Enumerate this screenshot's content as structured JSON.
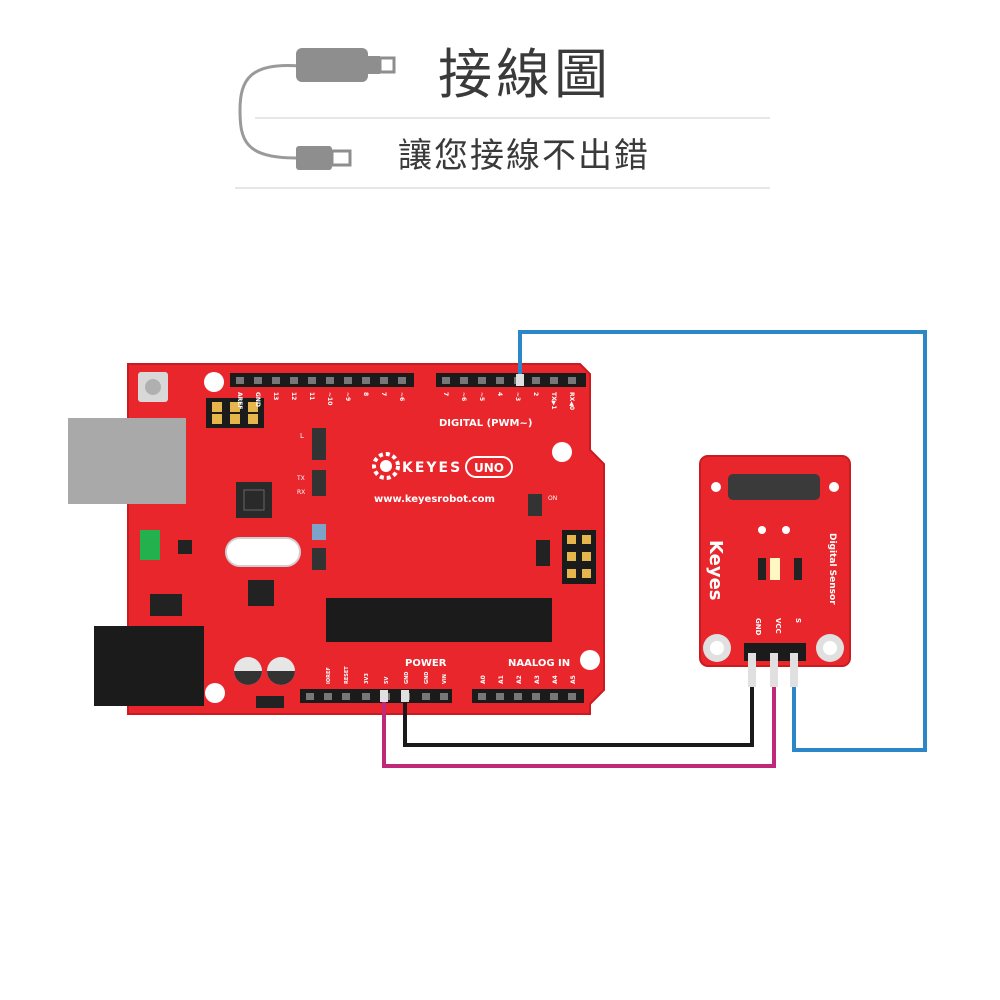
{
  "header": {
    "title": "接線圖",
    "subtitle": "讓您接線不出錯"
  },
  "board": {
    "brand": "KEYES",
    "model": "UNO",
    "url": "www.keyesrobot.com",
    "digital_label": "DIGITAL  (PWM~)",
    "power_label": "POWER",
    "analog_label": "NAALOG IN",
    "on_label": "ON",
    "l_label": "L",
    "tx_label": "TX",
    "rx_label": "RX",
    "digital_pins": [
      "AREF",
      "GND",
      "13",
      "12",
      "11",
      "~10",
      "~9",
      "8",
      "7",
      "~6",
      "~5",
      "4",
      "~3",
      "2",
      "TX▶1",
      "RX◀0"
    ],
    "power_pins": [
      "IOREF",
      "RESET",
      "3V3",
      "5V",
      "GND",
      "GND",
      "VIN"
    ],
    "analog_pins": [
      "A0",
      "A1",
      "A2",
      "A3",
      "A4",
      "A5"
    ]
  },
  "sensor": {
    "brand": "Keyes",
    "name": "Digital Sensor",
    "pins": [
      "GND",
      "VCC",
      "S"
    ]
  },
  "colors": {
    "board_red": "#e8262b",
    "wire_ground": "#1a1a1a",
    "wire_power": "#c0287a",
    "wire_signal": "#2b87c8"
  },
  "wires": [
    {
      "from": "5V",
      "to": "VCC",
      "color_key": "wire_power"
    },
    {
      "from": "GND",
      "to": "GND",
      "color_key": "wire_ground"
    },
    {
      "from": "3",
      "to": "S",
      "color_key": "wire_signal"
    }
  ]
}
